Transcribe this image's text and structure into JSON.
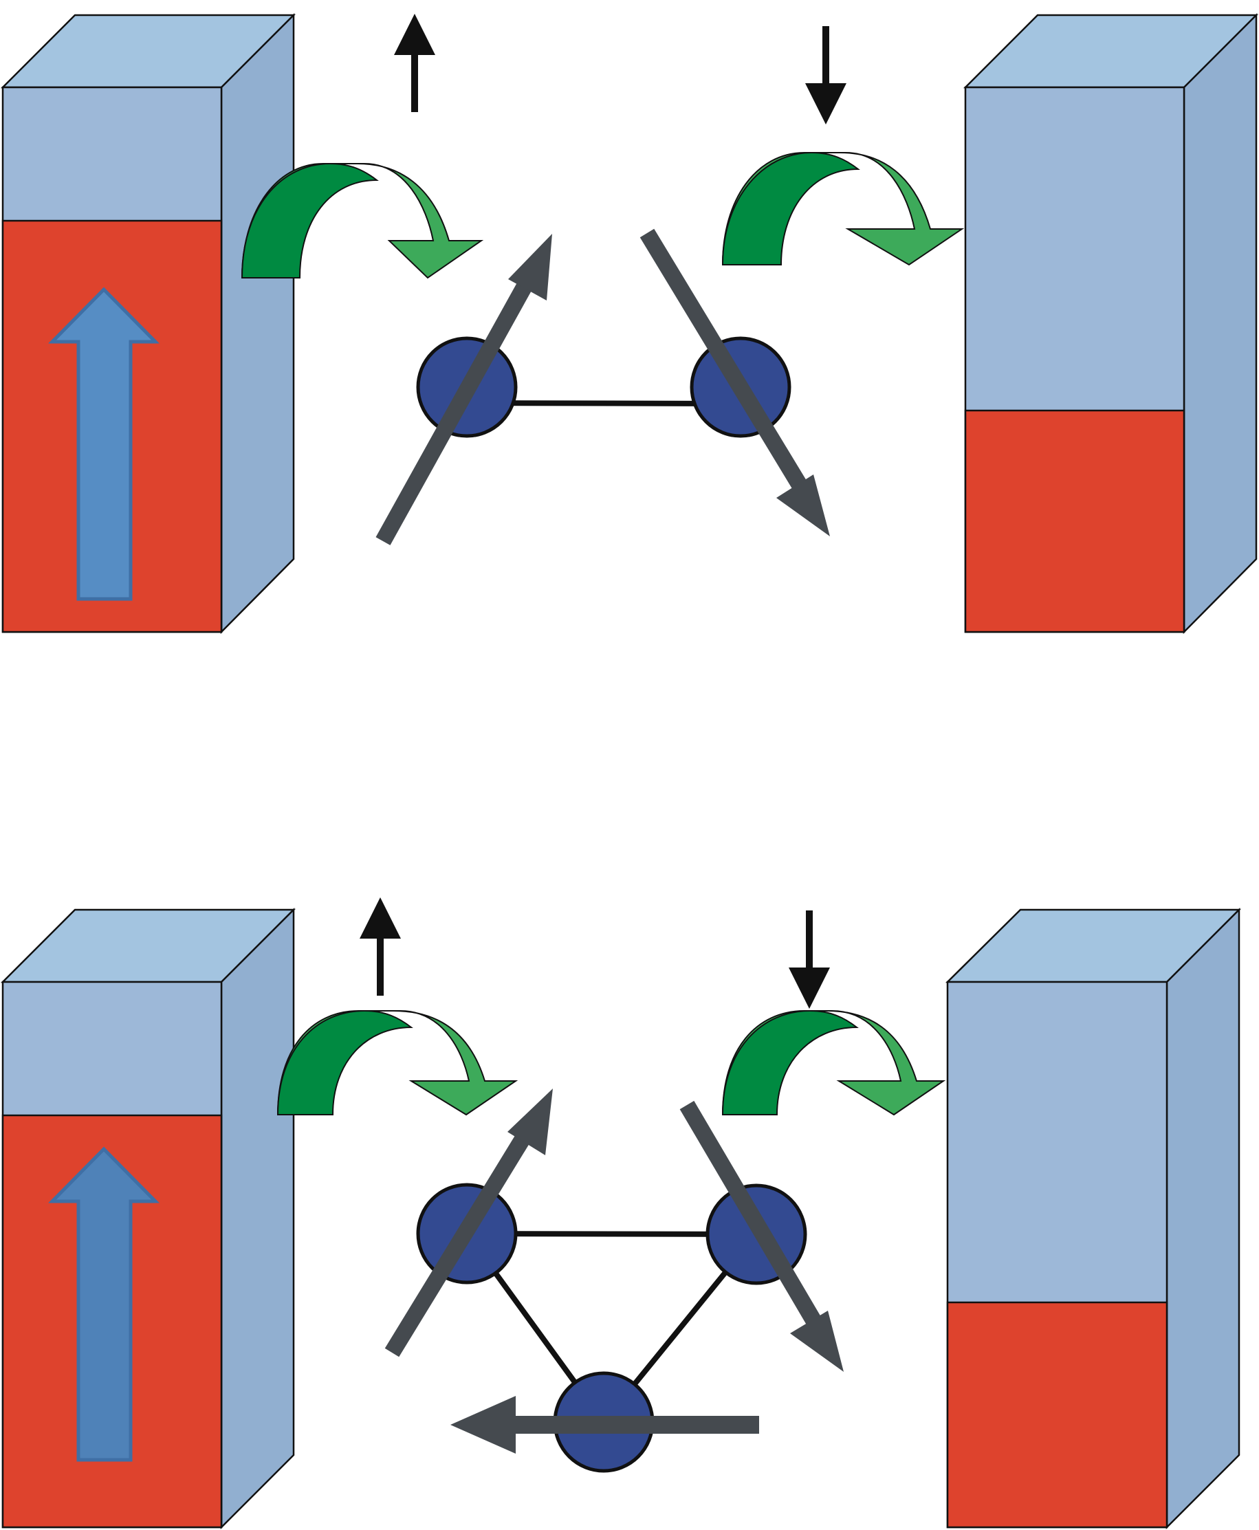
{
  "colors": {
    "electrode_top": "#a3c4e0",
    "electrode_front": "#9db8d8",
    "electrode_side": "#91afd0",
    "electrode_fill": "#de432d",
    "spin_arrow_fill": "#568dc4",
    "spin_arrow_stroke": "#3f6fa5",
    "hop_arrow_dark": "#008a41",
    "hop_arrow_light": "#3daa5a",
    "site": "#334a91",
    "moment_arrow": "#454a4f",
    "outline": "#111111"
  },
  "panels": [
    {
      "name": "two-site-junction",
      "sites": 2,
      "left_electrode": {
        "spin_marker": "up",
        "majority_spin_arrow": "up"
      },
      "right_electrode": {
        "spin_marker": "down",
        "majority_spin_arrow": "none"
      },
      "site_moments": [
        "up-right",
        "down-right"
      ]
    },
    {
      "name": "three-site-junction",
      "sites": 3,
      "left_electrode": {
        "spin_marker": "up",
        "majority_spin_arrow": "up"
      },
      "right_electrode": {
        "spin_marker": "down",
        "majority_spin_arrow": "none"
      },
      "site_moments": [
        "up-right",
        "down-right",
        "left"
      ]
    }
  ]
}
